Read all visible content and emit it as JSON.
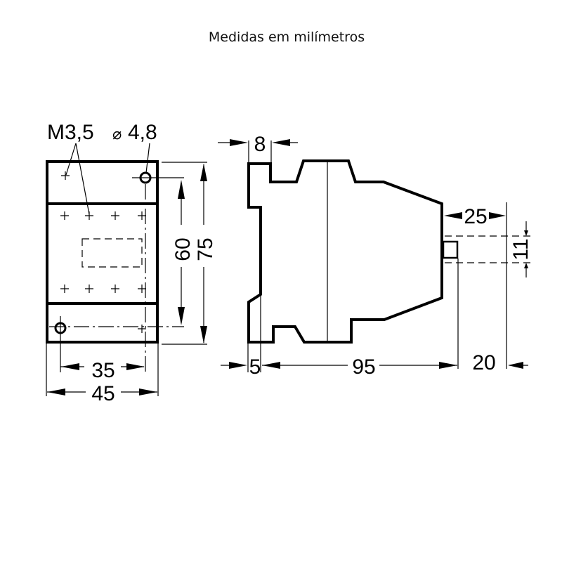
{
  "title": "Medidas em milímetros",
  "front_view": {
    "label_thread": "M3,5",
    "label_hole_symbol": "⌀",
    "label_hole": "4,8",
    "dim_mount_height": "60",
    "dim_total_height": "75",
    "dim_mount_width": "35",
    "dim_total_width": "45"
  },
  "side_view": {
    "dim_rail_step": "8",
    "dim_base_offset": "5",
    "dim_body_depth": "95",
    "dim_button_depth": "25",
    "dim_button_total": "20",
    "dim_button_height": "11"
  },
  "colors": {
    "line": "#000000",
    "background": "#ffffff"
  }
}
